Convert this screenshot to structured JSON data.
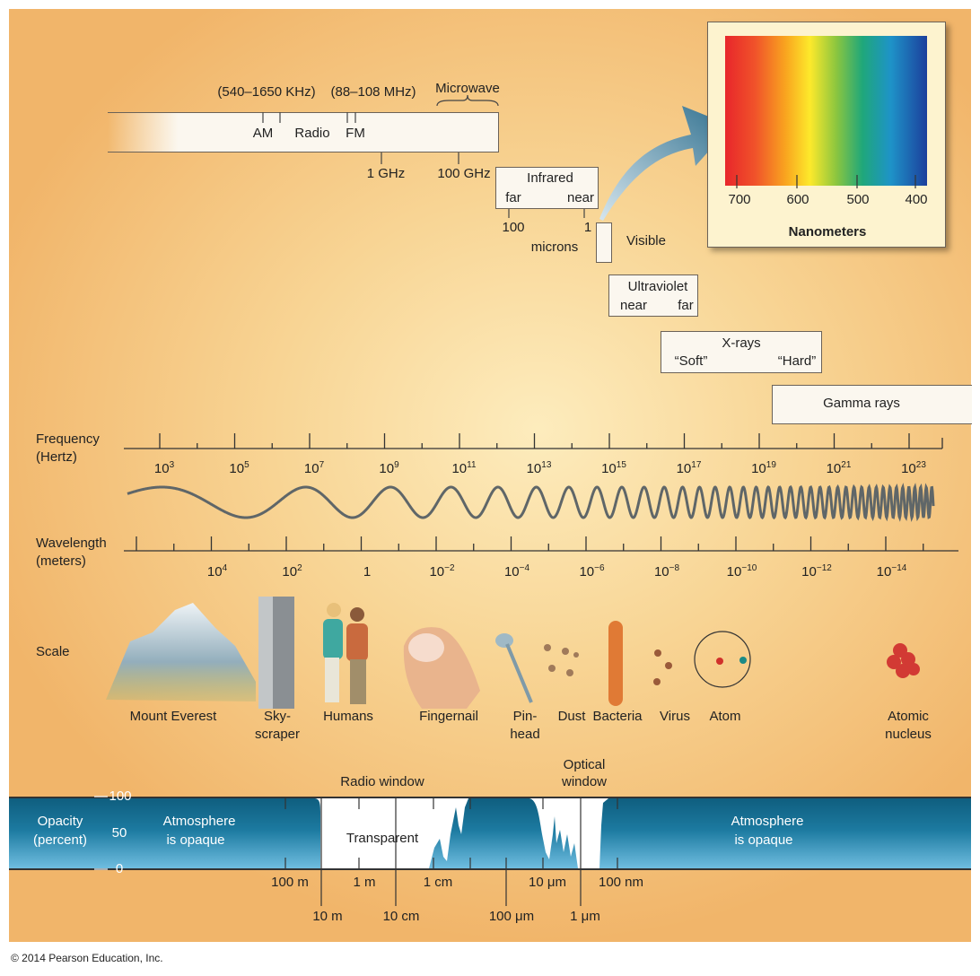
{
  "top": {
    "am_range": "(540–1650 KHz)",
    "fm_range": "(88–108 MHz)",
    "microwave": "Microwave",
    "am": "AM",
    "radio": "Radio",
    "fm": "FM",
    "ghz1": "1 GHz",
    "ghz100": "100 GHz",
    "infrared": "Infrared",
    "ir_far": "far",
    "ir_near": "near",
    "ir_100": "100",
    "ir_1": "1",
    "microns": "microns",
    "visible": "Visible",
    "ultraviolet": "Ultraviolet",
    "uv_near": "near",
    "uv_far": "far",
    "xrays": "X-rays",
    "soft": "“Soft”",
    "hard": "“Hard”",
    "gamma": "Gamma rays"
  },
  "spectrum_panel": {
    "ticks": [
      "700",
      "600",
      "500",
      "400"
    ],
    "unit": "Nanometers"
  },
  "frequency": {
    "label1": "Frequency",
    "label2": "(Hertz)",
    "ticks": [
      {
        "b": "10",
        "e": "3"
      },
      {
        "b": "10",
        "e": "5"
      },
      {
        "b": "10",
        "e": "7"
      },
      {
        "b": "10",
        "e": "9"
      },
      {
        "b": "10",
        "e": "11"
      },
      {
        "b": "10",
        "e": "13"
      },
      {
        "b": "10",
        "e": "15"
      },
      {
        "b": "10",
        "e": "17"
      },
      {
        "b": "10",
        "e": "19"
      },
      {
        "b": "10",
        "e": "21"
      },
      {
        "b": "10",
        "e": "23"
      }
    ]
  },
  "wavelength": {
    "label1": "Wavelength",
    "label2": "(meters)",
    "ticks": [
      {
        "b": "10",
        "e": "4"
      },
      {
        "b": "10",
        "e": "2"
      },
      {
        "b": "1",
        "e": ""
      },
      {
        "b": "10",
        "e": "−2"
      },
      {
        "b": "10",
        "e": "−4"
      },
      {
        "b": "10",
        "e": "−6"
      },
      {
        "b": "10",
        "e": "−8"
      },
      {
        "b": "10",
        "e": "−10"
      },
      {
        "b": "10",
        "e": "−12"
      },
      {
        "b": "10",
        "e": "−14"
      }
    ]
  },
  "scale": {
    "label": "Scale",
    "items": [
      "Mount Everest",
      "Sky-\nscraper",
      "Humans",
      "Fingernail",
      "Pin-\nhead",
      "Dust",
      "Bacteria",
      "Virus",
      "Atom",
      "Atomic\nnucleus"
    ]
  },
  "opacity": {
    "label1": "Opacity",
    "label2": "(percent)",
    "v100": "100",
    "v50": "50",
    "v0": "0",
    "opaque_left1": "Atmosphere",
    "opaque_left2": "is opaque",
    "opaque_right1": "Atmosphere",
    "opaque_right2": "is opaque",
    "transparent": "Transparent",
    "radio_window": "Radio window",
    "optical_window1": "Optical",
    "optical_window2": "window",
    "row1": [
      "100 m",
      "1 m",
      "1 cm",
      "10 μm",
      "100 nm"
    ],
    "row2": [
      "10 m",
      "10 cm",
      "100 μm",
      "1 μm"
    ]
  },
  "copyright": "© 2014 Pearson Education, Inc.",
  "colors": {
    "band_top": "#0f5e7f",
    "band_bottom": "#6fbde0",
    "bg": "#f8d595"
  }
}
